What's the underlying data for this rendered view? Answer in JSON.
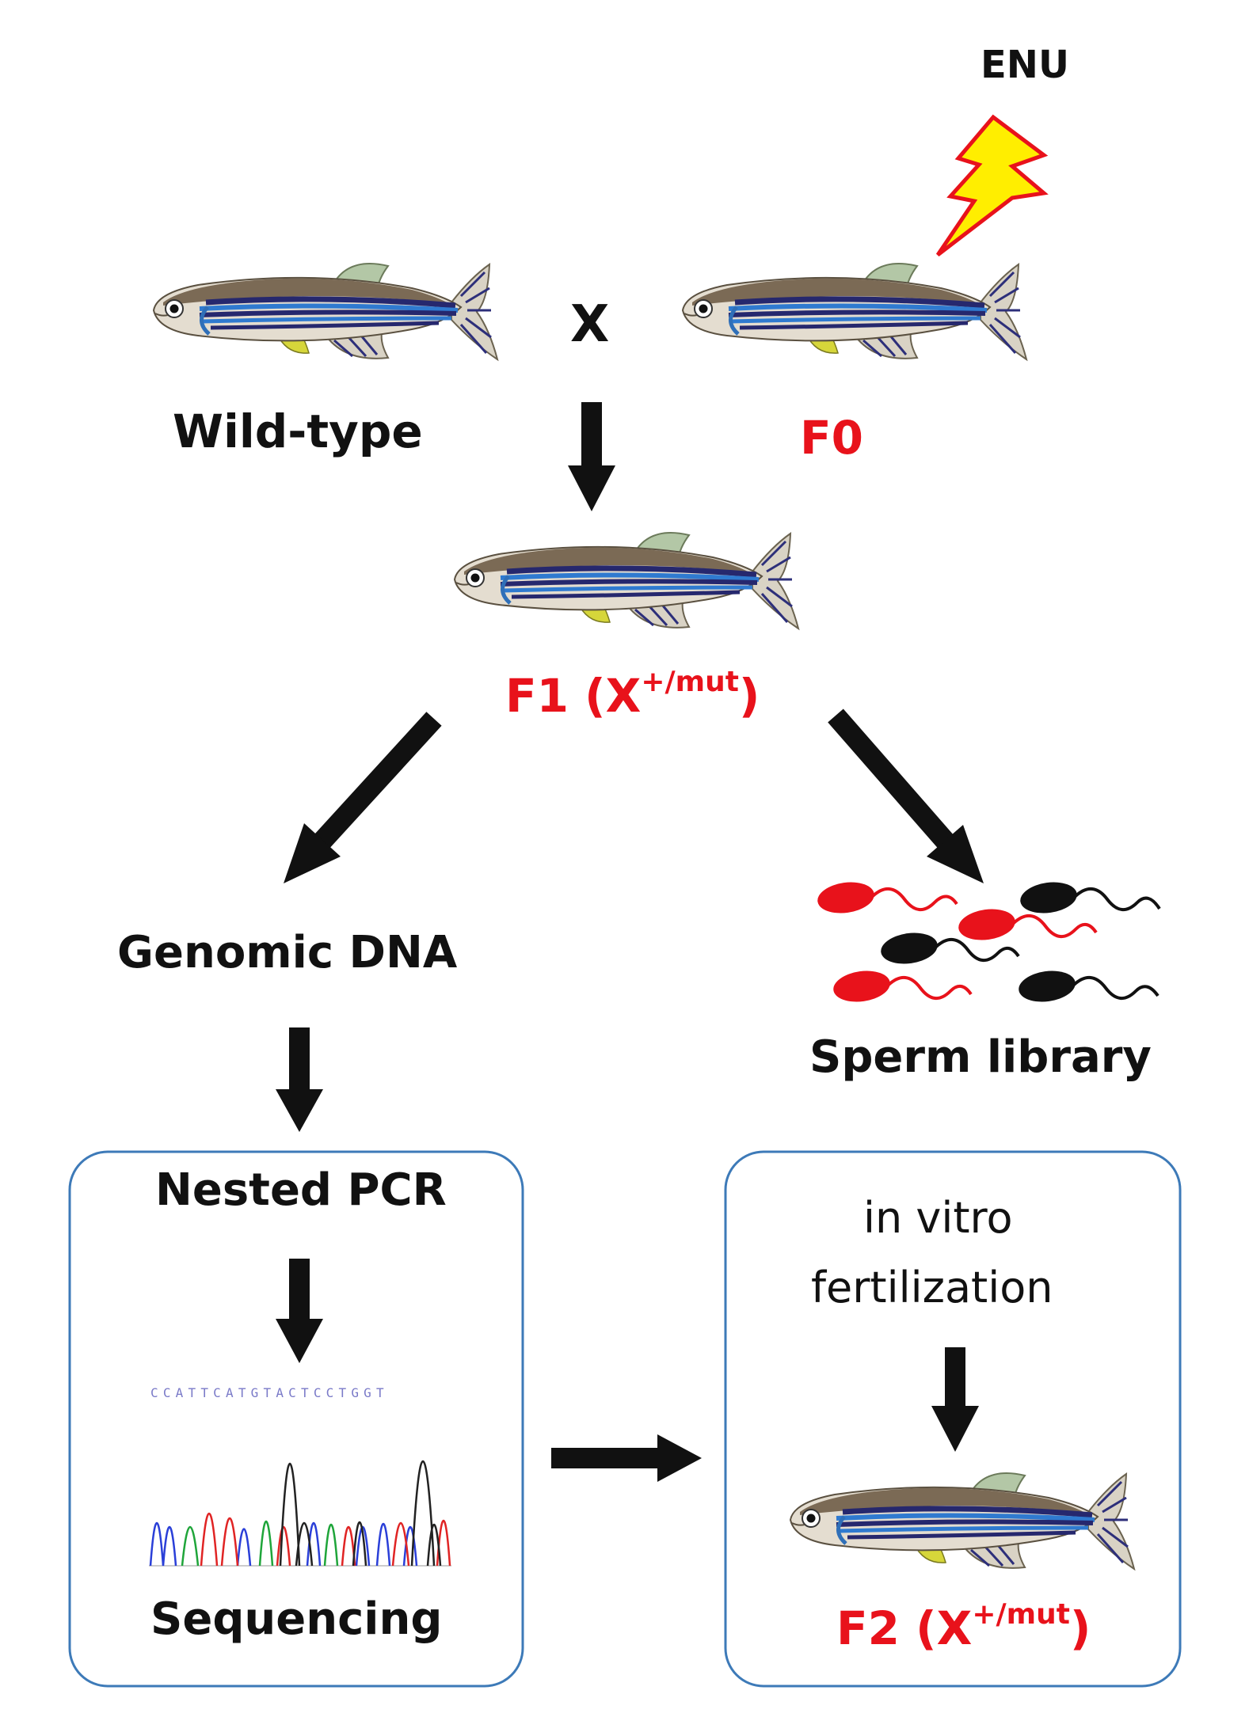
{
  "labels": {
    "enu": "ENU",
    "cross": "X",
    "wild_type": "Wild-type",
    "f0": "F0",
    "f1_main": "F1 (X",
    "f1_sup": "+/mut",
    "f1_close": ")",
    "genomic_dna": "Genomic DNA",
    "sperm_library": "Sperm library",
    "nested_pcr": "Nested PCR",
    "sequencing": "Sequencing",
    "ivf_line1": "in vitro",
    "ivf_line2": "fertilization",
    "f2_main": "F2 (X",
    "f2_sup": "+/mut",
    "f2_close": ")"
  },
  "chromatogram": {
    "bases": "CCATTCATGTACTCCTGGT"
  },
  "colors": {
    "accent_red": "#e8121b",
    "arrow": "#111111",
    "box_border": "#3d7ab8",
    "bolt_fill": "#ffee00",
    "bolt_stroke": "#e8121b",
    "trace_A": "#1fa53a",
    "trace_C": "#2a3fd8",
    "trace_G": "#222222",
    "trace_T": "#e02424"
  },
  "icons": [
    "zebrafish-icon",
    "lightning-bolt-icon",
    "sperm-icon",
    "chromatogram-icon",
    "arrow-icon"
  ]
}
